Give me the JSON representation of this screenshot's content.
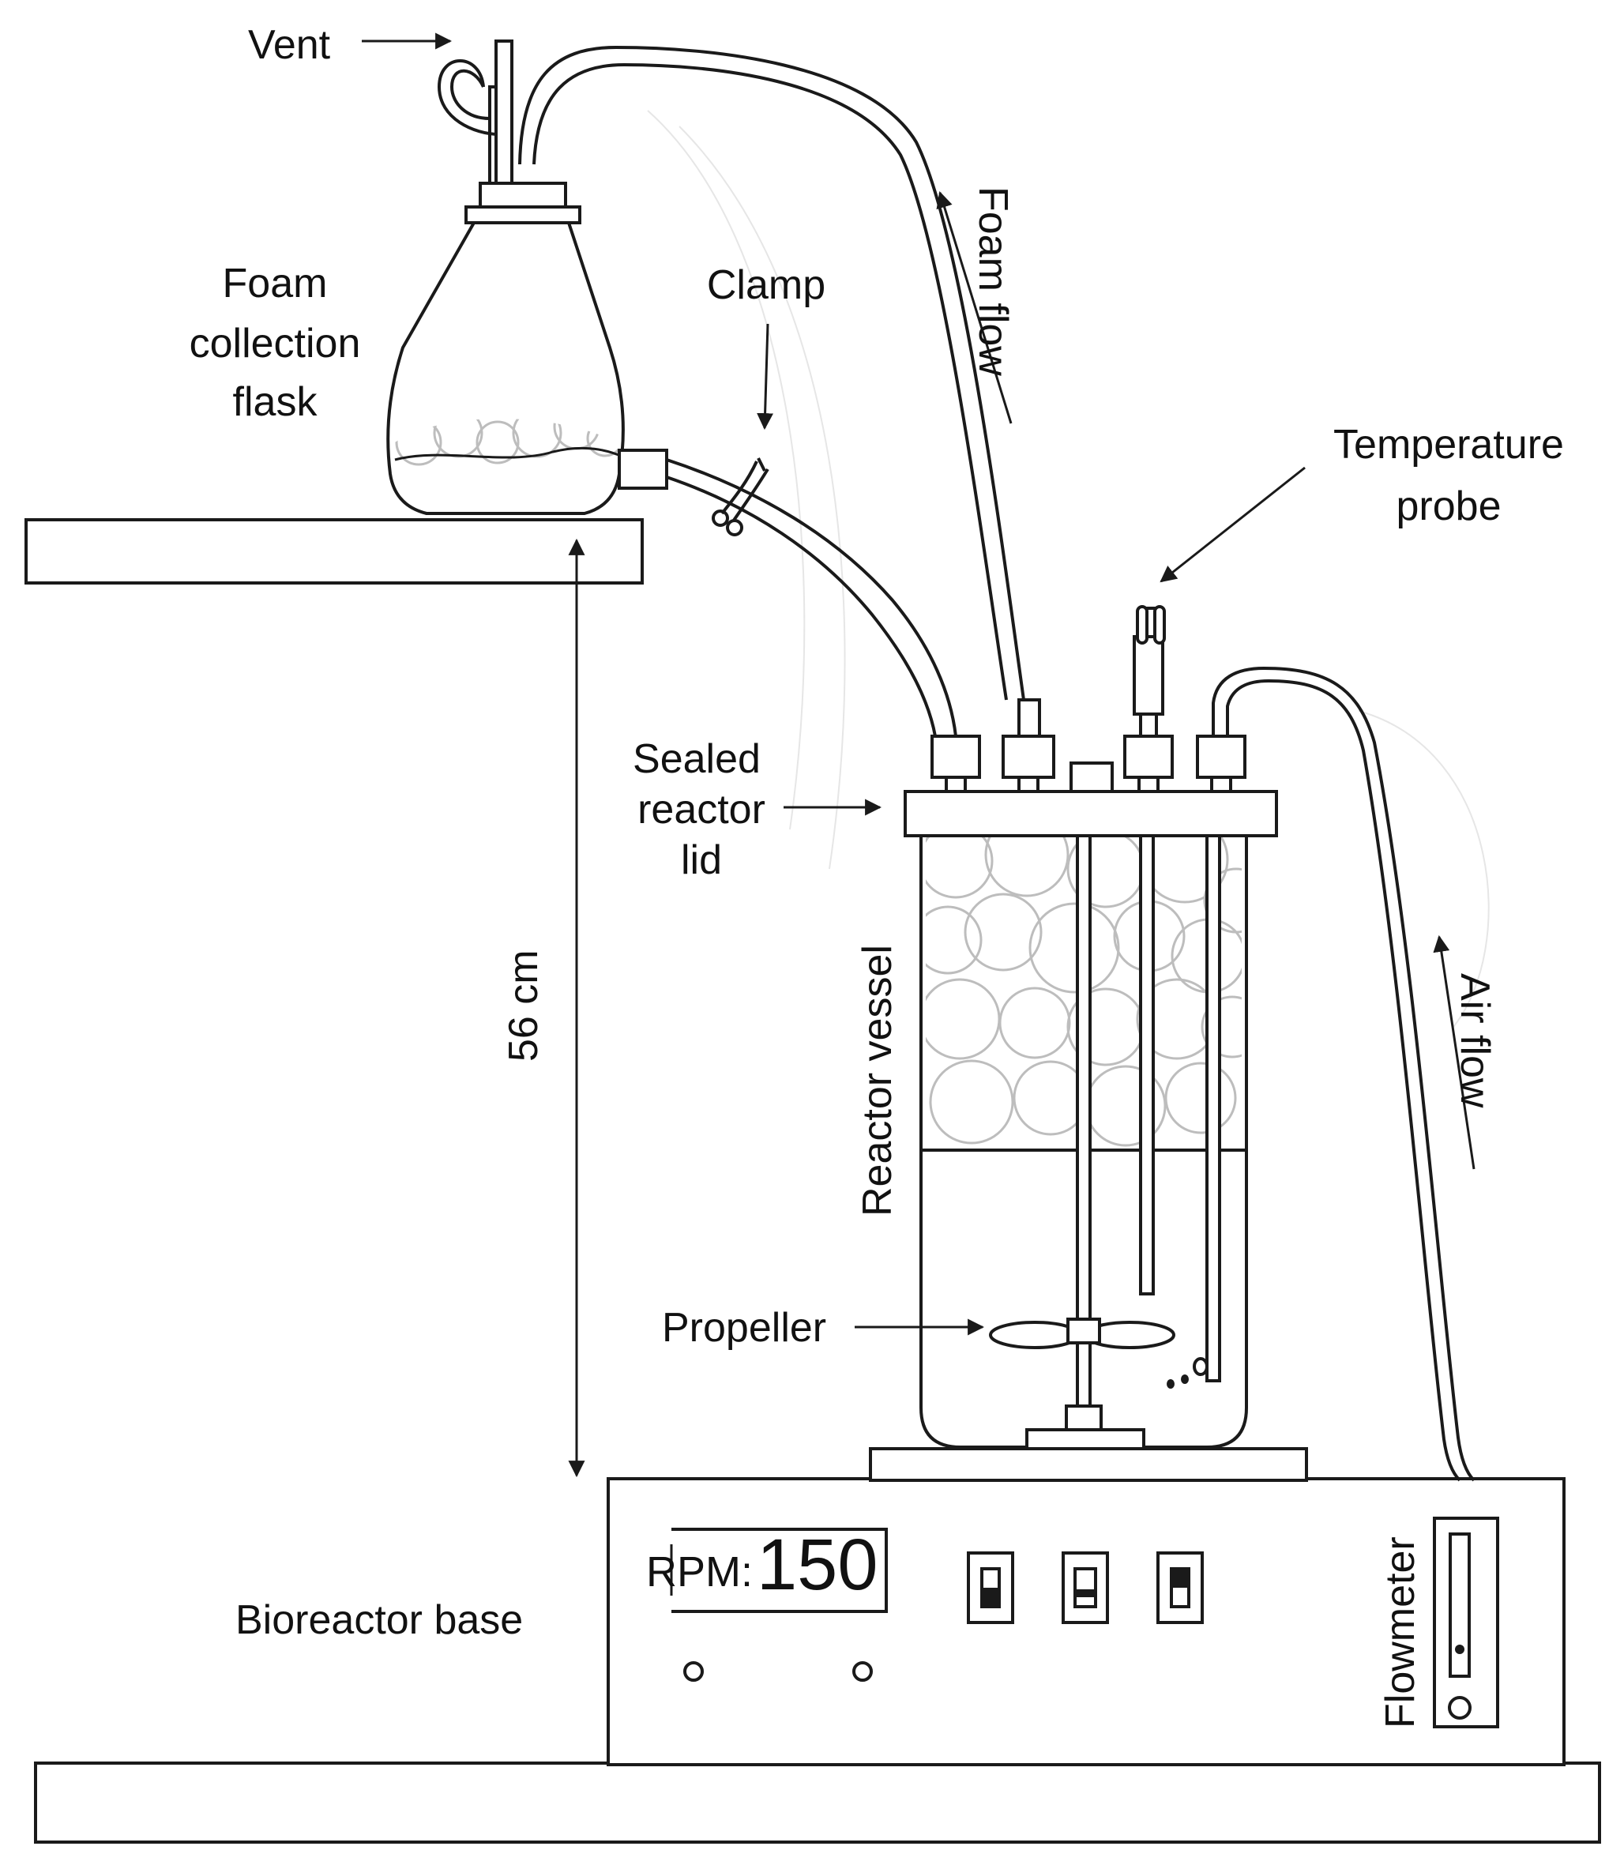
{
  "labels": {
    "vent": "Vent",
    "foam_flask": [
      "Foam",
      "collection",
      "flask"
    ],
    "clamp": "Clamp",
    "foam_flow": "Foam flow",
    "temperature_probe": [
      "Temperature",
      "probe"
    ],
    "sealed_lid": [
      "Sealed",
      "reactor",
      "lid"
    ],
    "reactor_vessel": "Reactor vessel",
    "air_flow": "Air flow",
    "height": "56 cm",
    "propeller": "Propeller",
    "bioreactor_base": "Bioreactor base",
    "flowmeter": "Flowmeter"
  },
  "display": {
    "rpm_label": "RPM:",
    "rpm_value": "150"
  }
}
